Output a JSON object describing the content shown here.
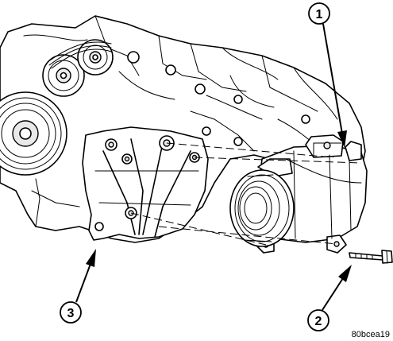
{
  "callouts": {
    "compressor": "1",
    "bolt": "2",
    "bracket": "3"
  },
  "figure_code": "80bcea19"
}
